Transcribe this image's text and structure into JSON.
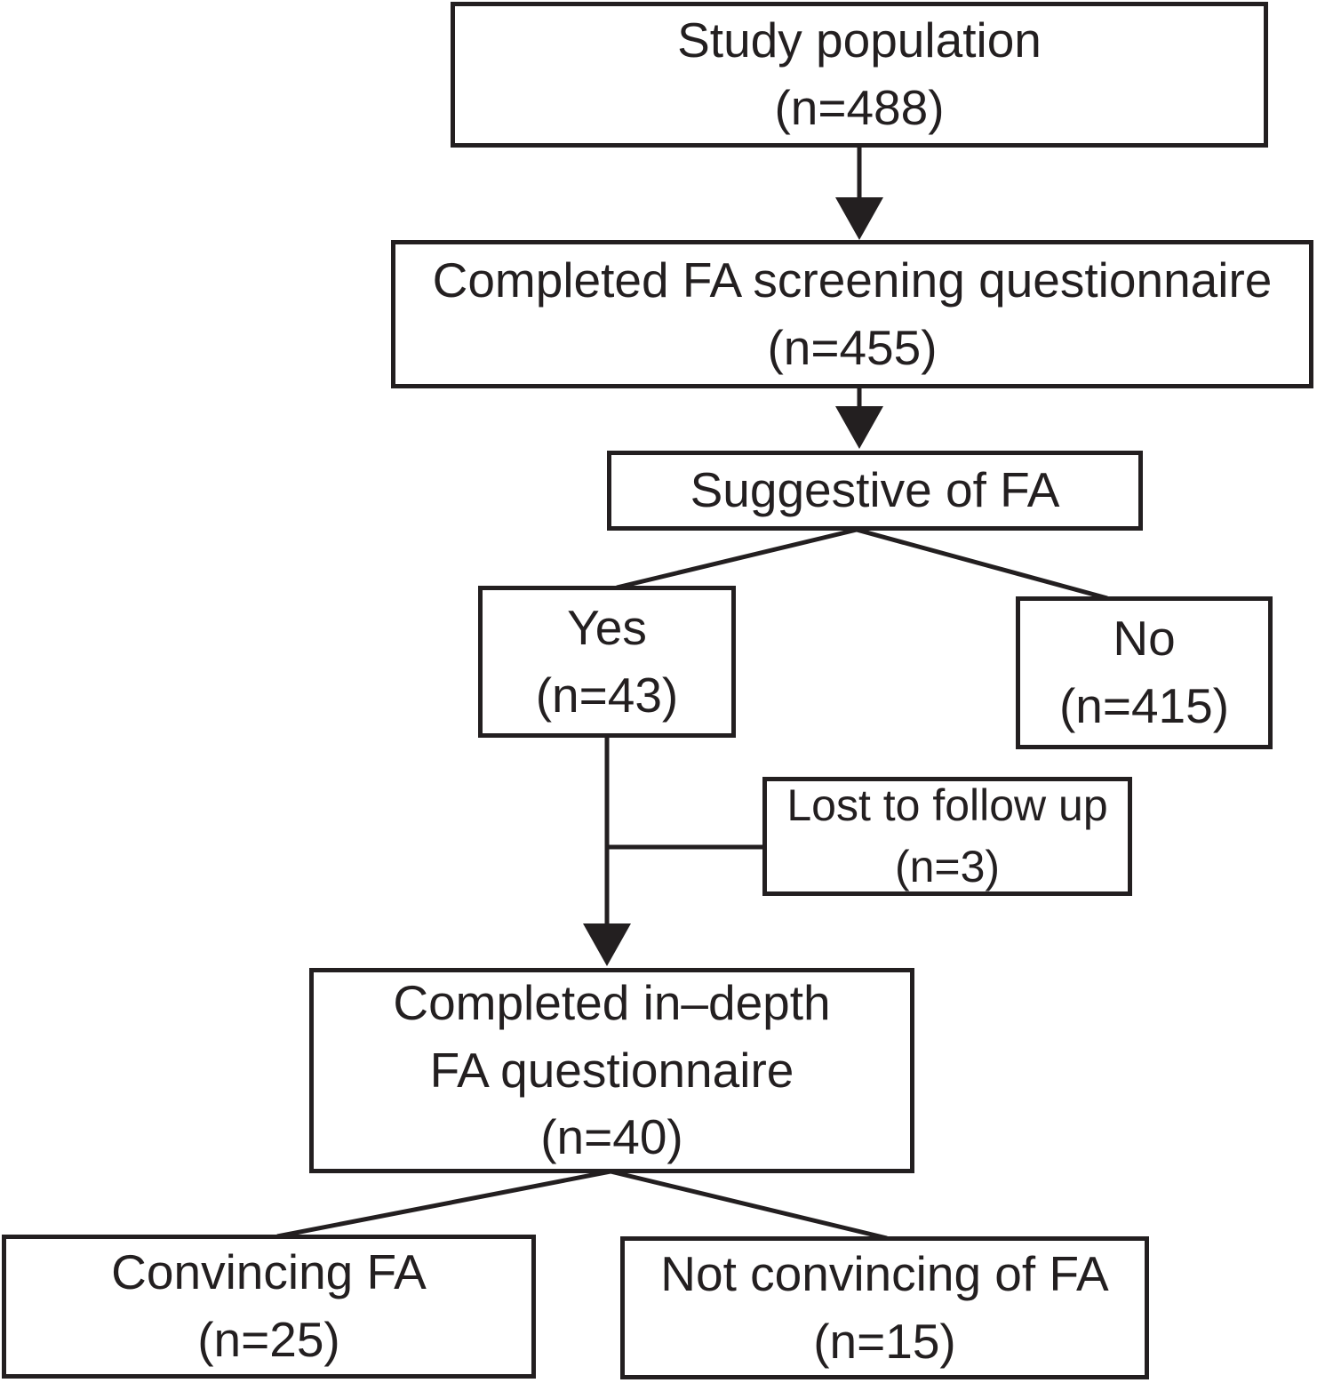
{
  "diagram": {
    "type": "flowchart",
    "colors": {
      "line": "#231f20",
      "text": "#231f20",
      "box_background": "#ffffff",
      "page_background": "#ffffff"
    },
    "nodes": {
      "study_population": {
        "lines": [
          "Study population",
          "(n=488)"
        ]
      },
      "completed_screening": {
        "lines": [
          "Completed FA screening questionnaire",
          "(n=455)"
        ]
      },
      "suggestive_of_fa": {
        "lines": [
          "Suggestive of FA"
        ]
      },
      "yes": {
        "lines": [
          "Yes",
          "(n=43)"
        ]
      },
      "no": {
        "lines": [
          "No",
          "(n=415)"
        ]
      },
      "lost_to_follow_up": {
        "lines": [
          "Lost to follow up",
          "(n=3)"
        ]
      },
      "completed_in_depth": {
        "lines": [
          "Completed in–depth",
          "FA questionnaire",
          "(n=40)"
        ]
      },
      "convincing_fa": {
        "lines": [
          "Convincing FA",
          "(n=25)"
        ]
      },
      "not_convincing_of_fa": {
        "lines": [
          "Not convincing of FA",
          "(n=15)"
        ]
      }
    },
    "edges": [
      {
        "from": "study_population",
        "to": "completed_screening",
        "style": "arrow"
      },
      {
        "from": "completed_screening",
        "to": "suggestive_of_fa",
        "style": "arrow"
      },
      {
        "from": "suggestive_of_fa",
        "to": "yes",
        "style": "line"
      },
      {
        "from": "suggestive_of_fa",
        "to": "no",
        "style": "line"
      },
      {
        "from": "yes",
        "to": "lost_to_follow_up",
        "style": "line"
      },
      {
        "from": "yes",
        "to": "completed_in_depth",
        "style": "arrow"
      },
      {
        "from": "completed_in_depth",
        "to": "convincing_fa",
        "style": "line"
      },
      {
        "from": "completed_in_depth",
        "to": "not_convincing_of_fa",
        "style": "line"
      }
    ]
  }
}
